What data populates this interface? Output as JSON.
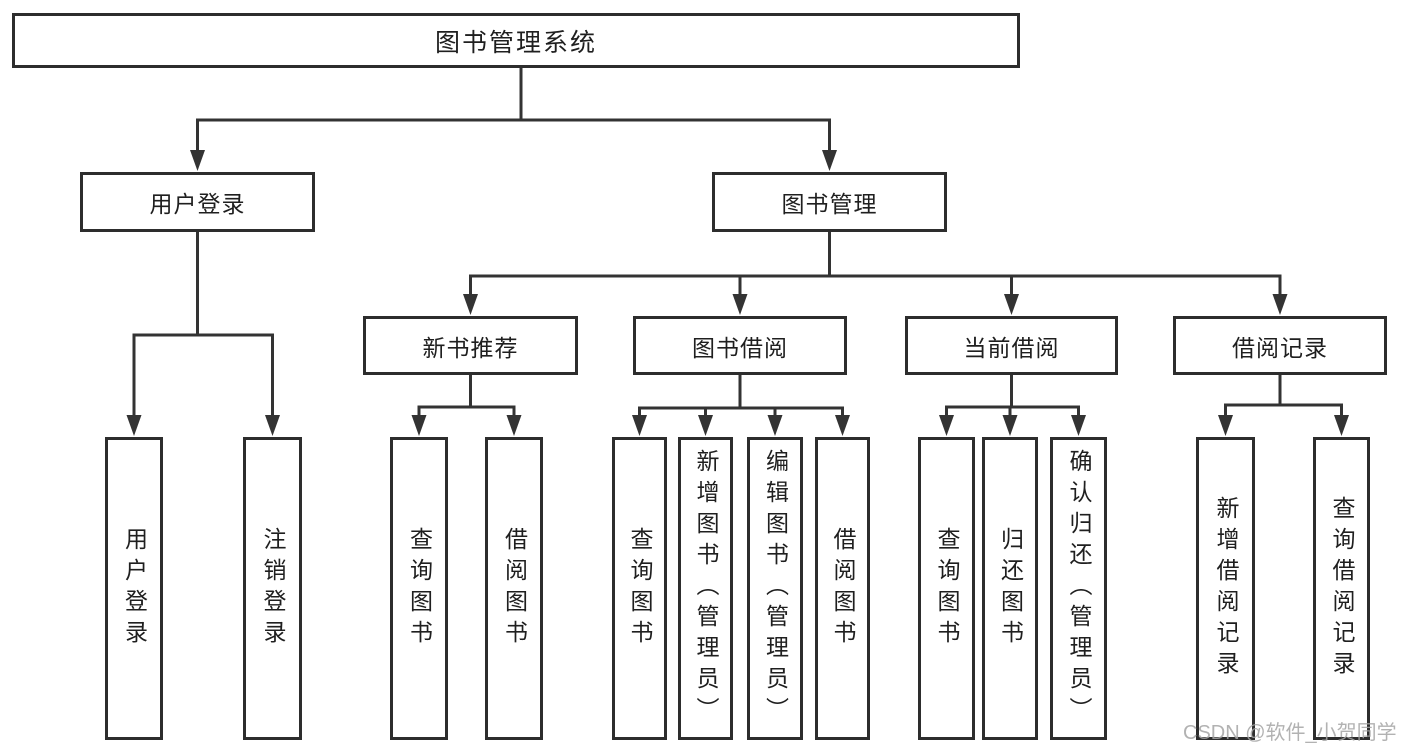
{
  "diagram": {
    "title": "图书管理系统",
    "nodes": {
      "root": "图书管理系统",
      "l2": [
        "用户登录",
        "图书管理"
      ],
      "l2_children": {
        "user_login": [
          "用户登录",
          "注销登录"
        ]
      },
      "l3": [
        "新书推荐",
        "图书借阅",
        "当前借阅",
        "借阅记录"
      ],
      "l3_children": {
        "new_book": [
          "查询图书",
          "借阅图书"
        ],
        "borrow": [
          "查询图书",
          "新增图书（管理员）",
          "编辑图书（管理员）",
          "借阅图书"
        ],
        "current": [
          "查询图书",
          "归还图书",
          "确认归还（管理员）"
        ],
        "records": [
          "新增借阅记录",
          "查询借阅记录"
        ]
      }
    },
    "watermark": "CSDN @软件_小贺同学",
    "colors": {
      "line": "#333333",
      "box_border": "#2d2d2d",
      "text": "#1f1f1f",
      "background": "#ffffff",
      "watermark": "#a5a5a5"
    }
  }
}
